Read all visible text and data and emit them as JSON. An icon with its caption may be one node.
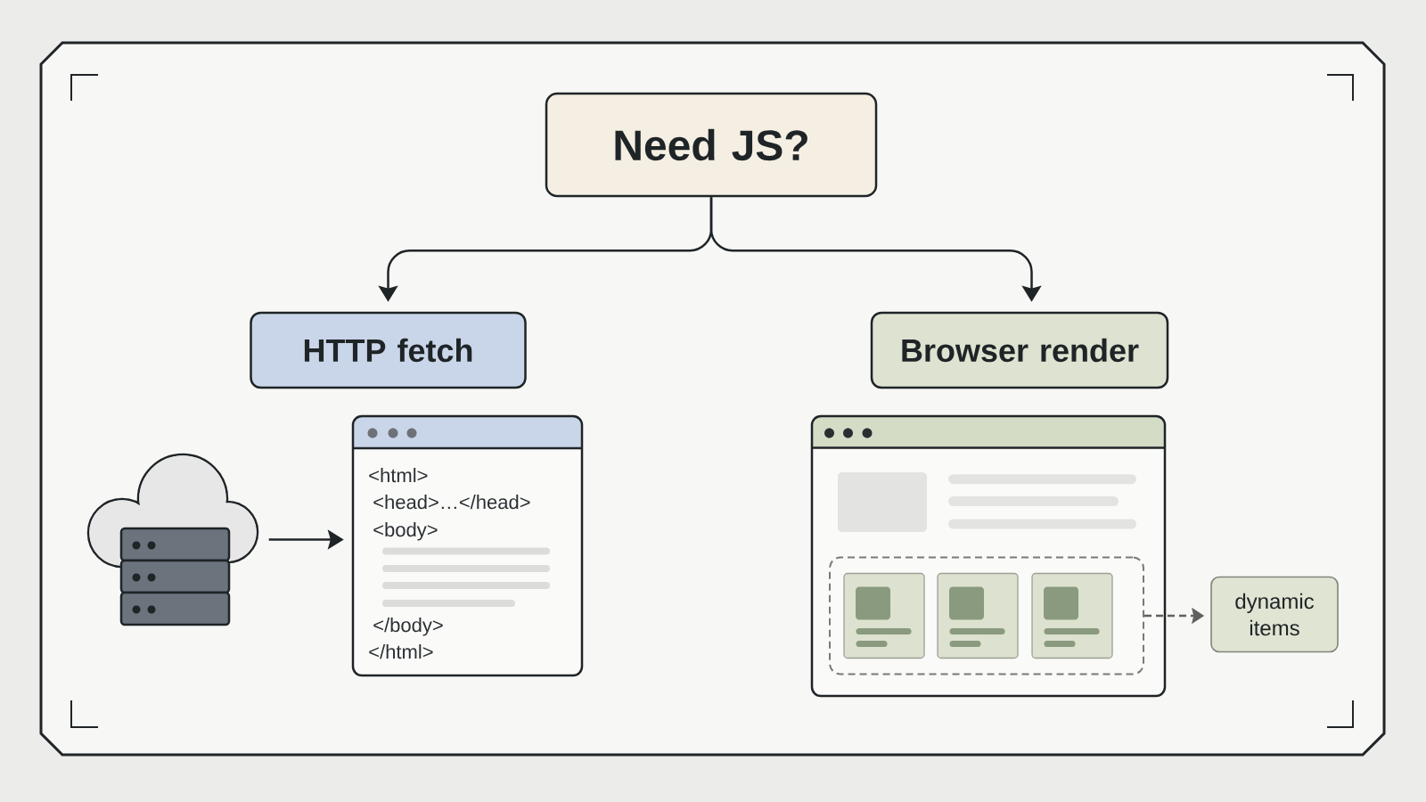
{
  "diagram": {
    "nodes": [
      {
        "text": [
          "Need JS?"
        ]
      },
      {
        "text": [
          "HTTP fetch"
        ]
      },
      {
        "text": [
          "Browser render"
        ]
      },
      {
        "text": [],
        "shape": "cloud"
      },
      {
        "text": [
          "<html>",
          "<head>…</head>",
          "<body>",
          "</body>",
          "</html>"
        ]
      },
      {
        "text": [],
        "shape": "box"
      },
      {
        "text": [],
        "shape": "box",
        "in": 5
      },
      {
        "text": [
          "dynamic items"
        ]
      }
    ],
    "edges": [
      {
        "from": 0,
        "to": 1,
        "arrow": "to"
      },
      {
        "from": 0,
        "to": 2,
        "arrow": "to"
      },
      {
        "from": 3,
        "to": 4,
        "arrow": "to"
      },
      {
        "from": 6,
        "to": 7,
        "arrow": "to",
        "style": "dashed",
        "color": "#5e625b"
      }
    ]
  }
}
